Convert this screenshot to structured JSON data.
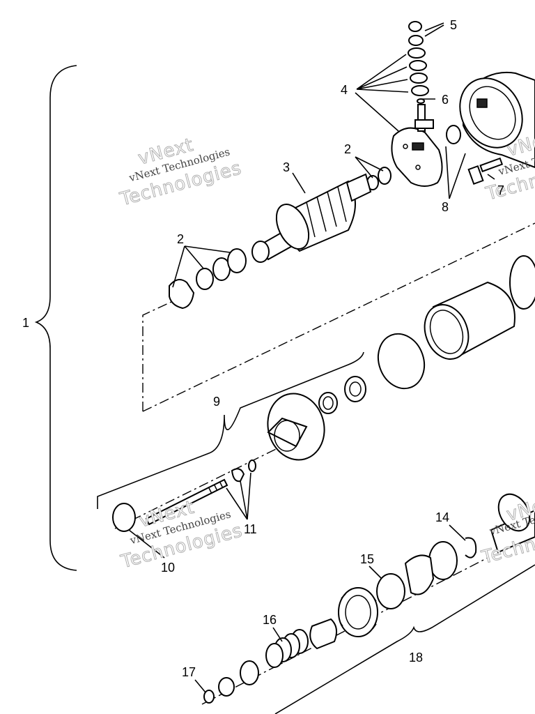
{
  "diagram": {
    "callouts": [
      {
        "id": "c1",
        "text": "1"
      },
      {
        "id": "c2a",
        "text": "2"
      },
      {
        "id": "c2b",
        "text": "2"
      },
      {
        "id": "c3",
        "text": "3"
      },
      {
        "id": "c4",
        "text": "4"
      },
      {
        "id": "c5",
        "text": "5"
      },
      {
        "id": "c6",
        "text": "6"
      },
      {
        "id": "c7",
        "text": "7"
      },
      {
        "id": "c8",
        "text": "8"
      },
      {
        "id": "c9",
        "text": "9"
      },
      {
        "id": "c10",
        "text": "10"
      },
      {
        "id": "c11",
        "text": "11"
      },
      {
        "id": "c14",
        "text": "14"
      },
      {
        "id": "c15",
        "text": "15"
      },
      {
        "id": "c16",
        "text": "16"
      },
      {
        "id": "c17",
        "text": "17"
      },
      {
        "id": "c18",
        "text": "18"
      }
    ],
    "watermarks": [
      {
        "id": "w1",
        "line1": "vNext",
        "line2": "vNext Technologies",
        "line3": "Technologies"
      },
      {
        "id": "w2",
        "line1": "vNext",
        "line2": "vNext Technologies",
        "line3": "Technologies"
      },
      {
        "id": "w3",
        "line1": "vNext",
        "line2": "vNext Technologies",
        "line3": "Technologies"
      },
      {
        "id": "w4",
        "line1": "vNext",
        "line2": "vNext Technologies",
        "line3": "Technologies"
      }
    ]
  }
}
